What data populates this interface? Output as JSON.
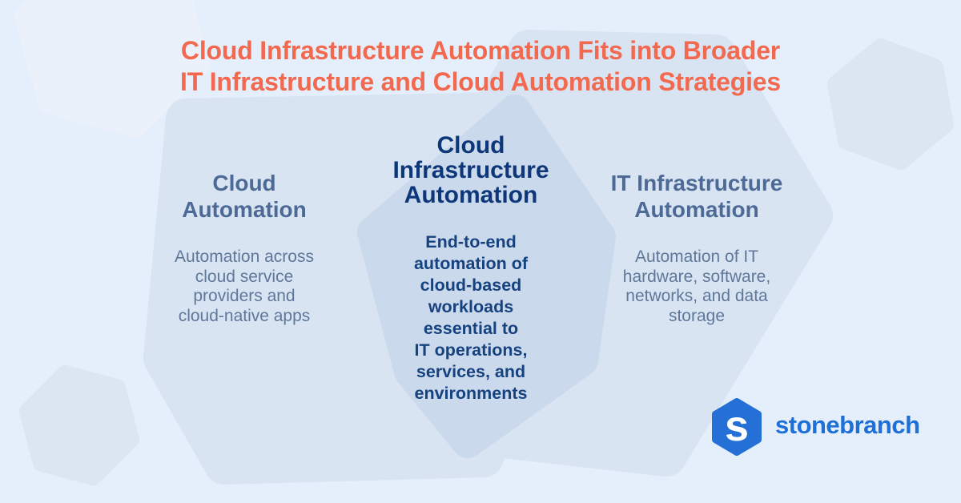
{
  "title": {
    "line1": "Cloud Infrastructure Automation Fits into Broader",
    "line2": "IT Infrastructure and Cloud Automation Strategies"
  },
  "columns": {
    "left": {
      "heading_lines": [
        "Cloud",
        "Automation"
      ],
      "body_lines": [
        "Automation across",
        "cloud service",
        "providers and",
        "cloud-native apps"
      ]
    },
    "center": {
      "heading_lines": [
        "Cloud",
        "Infrastructure",
        "Automation"
      ],
      "body_lines": [
        "End-to-end",
        "automation of",
        "cloud-based",
        "workloads",
        "essential to",
        "IT operations,",
        "services, and",
        "environments"
      ]
    },
    "right": {
      "heading_lines": [
        "IT Infrastructure",
        "Automation"
      ],
      "body_lines": [
        "Automation of IT",
        "hardware, software,",
        "networks, and data",
        "storage"
      ]
    }
  },
  "logo": {
    "brand": "stonebranch",
    "monogram": "s"
  },
  "colors": {
    "title_coral": "#F3694F",
    "heading_slate": "#4D6A96",
    "body_slate": "#5F7799",
    "navy": "#0E3779",
    "navy_body": "#16427F",
    "logo_blue": "#1E70D6",
    "background": "#E5EFFB",
    "blob": "#D9E4F3",
    "center_hexagon": "#CBD9EC",
    "accent_hexagon": "#DCE6F3"
  }
}
